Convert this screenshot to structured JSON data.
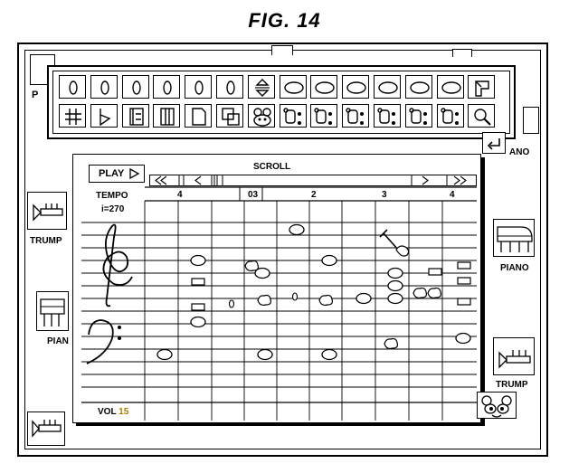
{
  "figure_title": "FIG. 14",
  "toolbar": {
    "top_row": [
      "rest-whole-note-icon",
      "rest-whole-note-icon",
      "rest-whole-note-icon",
      "rest-whole-note-icon",
      "rest-whole-note-icon",
      "rest-whole-note-icon",
      "tempo-up-down-icon",
      "whole-note-icon",
      "whole-note-icon",
      "whole-note-icon",
      "whole-note-icon",
      "whole-note-icon",
      "whole-note-icon",
      "flag-icon"
    ],
    "bottom_row": [
      "sharp-icon",
      "flat-icon",
      "repeat-start-icon",
      "repeat-end-icon",
      "note-flag-icon",
      "double-flag-icon",
      "character-face-icon",
      "dotted-note-icon",
      "dotted-note-icon",
      "dotted-note-icon",
      "dotted-note-icon",
      "dotted-note-icon",
      "dotted-note-icon",
      "magnifier-icon"
    ]
  },
  "labels": {
    "p": "P",
    "ano": "ANO",
    "play": "PLAY",
    "scroll": "SCROLL",
    "tempo": "TEMPO",
    "tempo_value": "i=270",
    "vol": "VOL",
    "vol_value": "15",
    "trump_left": "TRUMP",
    "pian_left": "PIAN",
    "piano_right": "PIANO",
    "trump_right": "TRUMP"
  },
  "measures": [
    {
      "label": "4"
    },
    {
      "label": "03"
    },
    {
      "label": "2"
    },
    {
      "label": "3"
    },
    {
      "label": "4"
    }
  ],
  "colors": {
    "ink": "#000000",
    "vol_value": "#b07a00"
  }
}
